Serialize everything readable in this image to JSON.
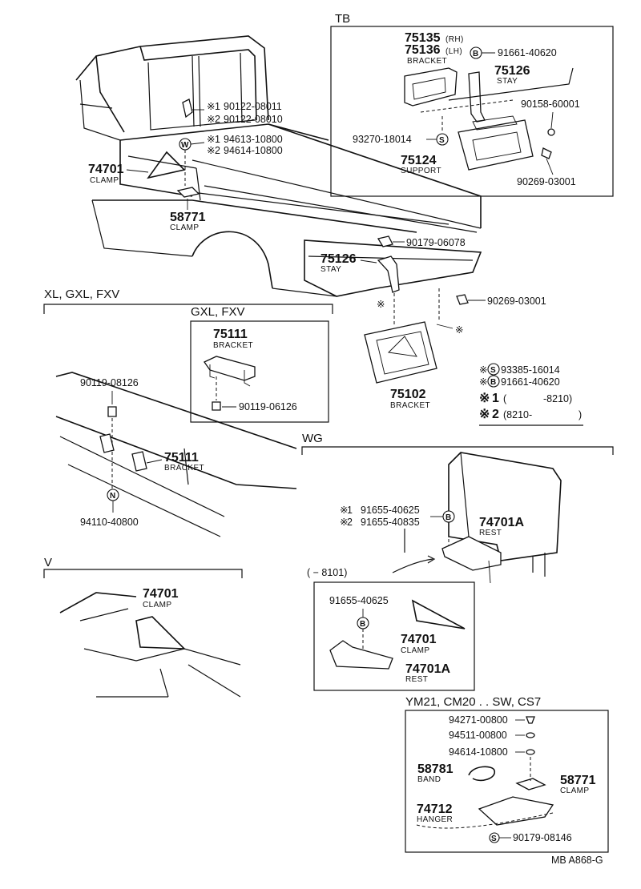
{
  "sections": {
    "tb": "TB",
    "xl": "XL, GXL, FXV",
    "gxl": "GXL, FXV",
    "wg": "WG",
    "v": "V",
    "ym": "YM21, CM20 . . SW, CS7"
  },
  "tb": {
    "rh": "75135",
    "rh_suffix": "(RH)",
    "lh": "75136",
    "lh_suffix": "(LH)",
    "bracket": "BRACKET",
    "b_part": "91661-40620",
    "stay_no": "75126",
    "stay": "STAY",
    "p90158": "90158-60001",
    "s_part": "93270-18014",
    "support_no": "75124",
    "support": "SUPPORT",
    "p90269": "90269-03001"
  },
  "main": {
    "m1": "90122-08011",
    "m2": "90122-08010",
    "w1": "94613-10800",
    "w2": "94614-10800",
    "clamp_no": "74701",
    "clamp": "CLAMP",
    "clamp2_no": "58771",
    "clamp2": "CLAMP",
    "p90179": "90179-06078",
    "stay_no": "75126",
    "stay": "STAY",
    "p90269": "90269-03001",
    "bracket_no": "75102",
    "bracket": "BRACKET"
  },
  "legend": {
    "s_line": "93385-16014",
    "b_line": "91661-40620",
    "r1_paren_open": "(",
    "r1": "-8210)",
    "r2": "(8210-",
    "r2_close": ")"
  },
  "gxl": {
    "no": "75111",
    "bracket": "BRACKET",
    "bolt": "90119-06126"
  },
  "xl": {
    "bolt": "90119-08126",
    "no": "75111",
    "bracket": "BRACKET",
    "nut": "94110-40800"
  },
  "wg": {
    "m1": "91655-40625",
    "m2": "91655-40835",
    "rest_no": "74701A",
    "rest": "REST",
    "range": "(   − 8101)",
    "inset_bolt": "91655-40625",
    "clamp_no": "74701",
    "clamp": "CLAMP",
    "rest2_no": "74701A",
    "rest2": "REST"
  },
  "v": {
    "no": "74701",
    "clamp": "CLAMP"
  },
  "ym": {
    "p1": "94271-00800",
    "p2": "94511-00800",
    "p3": "94614-10800",
    "band_no": "58781",
    "band": "BAND",
    "clamp_no": "58771",
    "clamp": "CLAMP",
    "hanger_no": "74712",
    "hanger": "HANGER",
    "p4": "90179-08146"
  },
  "footer": "MB  A868-G",
  "symbols": {
    "s": "S",
    "b": "B",
    "w": "W",
    "n": "N",
    "star": "※",
    "one": "1",
    "two": "2"
  }
}
